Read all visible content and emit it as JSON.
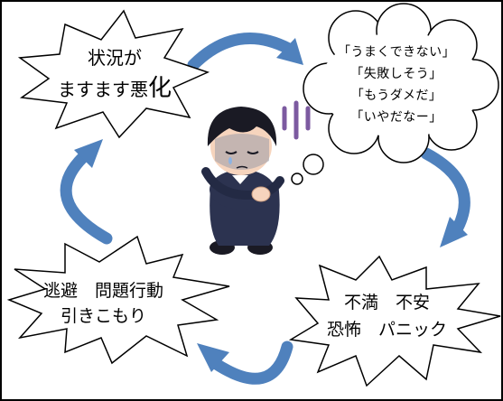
{
  "colors": {
    "arrow": "#4f81bd",
    "arrow_light": "#8db3e2",
    "outline": "#000000",
    "background": "#ffffff",
    "figure_hair": "#1a1a24",
    "figure_suit": "#2c3350",
    "figure_skin": "#f6d4bd",
    "gloom_lines": "#7c5aa0"
  },
  "bubbles": {
    "worsening": {
      "line1": "状況が",
      "line2_pre": "ますます悪",
      "line2_big": "化"
    },
    "thought": {
      "lines": [
        "「うまくできない」",
        "「失敗しそう」",
        "「もうダメだ」",
        "「いやだなー」"
      ]
    },
    "emotions": {
      "line1": "不満　不安",
      "line2": "恐怖　パニック"
    },
    "avoidance": {
      "line1": "逃避　問題行動",
      "line2": "引きこもり"
    }
  },
  "figure": {
    "icon": "depressed-person-hugging-knees"
  }
}
